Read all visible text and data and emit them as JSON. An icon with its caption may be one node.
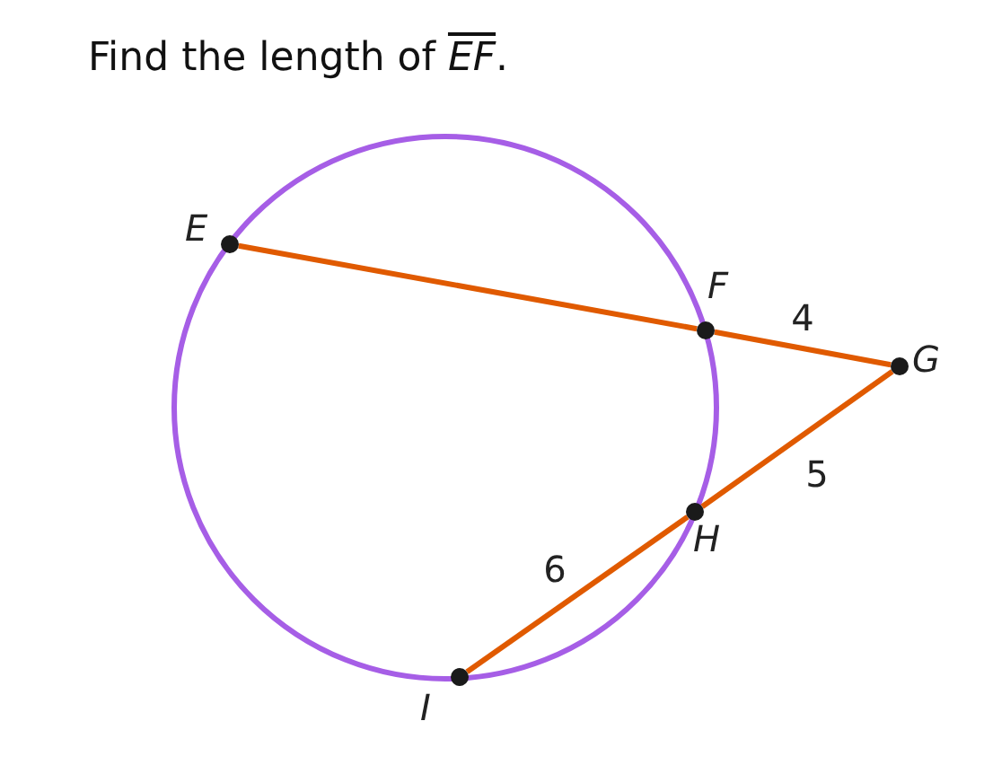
{
  "diagram": {
    "title": "Find the length of *EF*.",
    "nodes": [
      {
        "text": [
          "E"
        ]
      },
      {
        "text": [
          "F"
        ]
      },
      {
        "text": [
          "G"
        ]
      },
      {
        "text": [
          "H"
        ]
      },
      {
        "text": [
          "I"
        ]
      }
    ],
    "edges": [
      {
        "from": 0,
        "to": 1,
        "arrow": "none"
      },
      {
        "from": 1,
        "to": 2,
        "arrow": "none",
        "label": "4"
      },
      {
        "from": 2,
        "to": 3,
        "arrow": "none",
        "label": "5"
      },
      {
        "from": 3,
        "to": 4,
        "arrow": "none",
        "label": "6"
      }
    ]
  }
}
